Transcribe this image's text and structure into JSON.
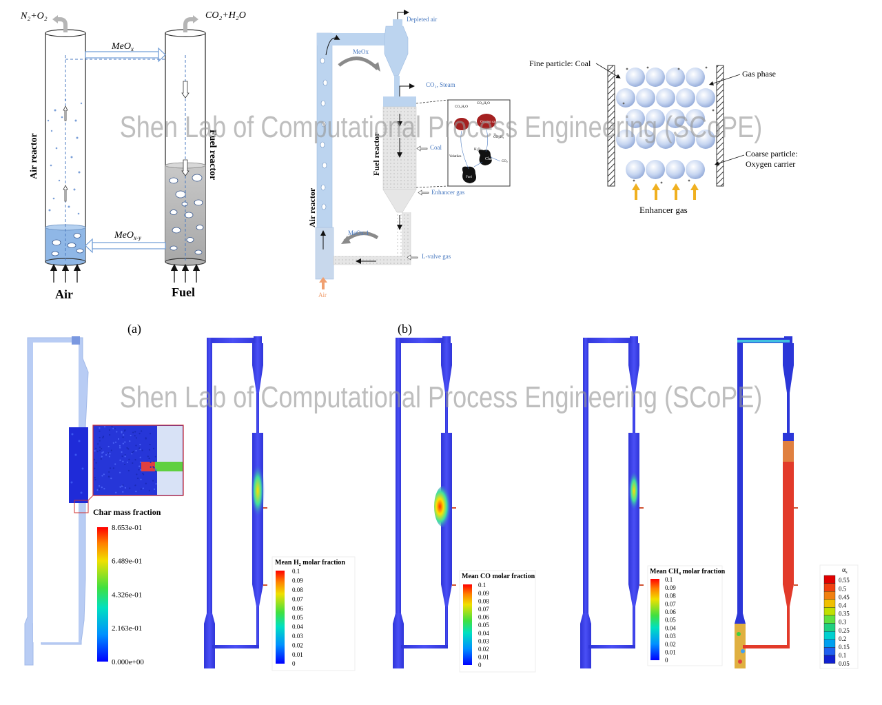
{
  "panel_a": {
    "top_left_gas": "N₂+O₂",
    "top_right_gas": "CO₂+H₂O",
    "oxidized_carrier": "MeO",
    "oxidized_carrier_sub": "x",
    "reduced_carrier": "MeO",
    "reduced_carrier_sub": "x-y",
    "air_reactor_label": "Air reactor",
    "fuel_reactor_label": "Fuel reactor",
    "air_inlet_label": "Air",
    "fuel_inlet_label": "Fuel",
    "caption": "(a)"
  },
  "panel_b": {
    "depleted_air": "Depleted air",
    "meox": "MeOx",
    "co2_steam": "CO₂, Steam",
    "fuel_reactor": "Fuel reactor",
    "air_reactor": "Air reactor",
    "coal": "Coal",
    "enhancer_gas": "Enhancer gas",
    "meox1": "MeOx-1",
    "lvalve_gas": "L-valve gas",
    "air_in": "Air",
    "caption": "(b)",
    "inset": {
      "co2h2o_left": "CO₂,H₂O",
      "co2h2o_right": "CO₂,H₂O",
      "oxygen_carrier": "Oxygen carrier",
      "co2h2": "CO₂,H₂",
      "volatiles": "Volatiles",
      "h2o": "H₂O",
      "char": "Char",
      "co2": "CO₂",
      "fuel": "Fuel"
    }
  },
  "panel_c": {
    "fine_particle": "Fine particle: Coal",
    "gas_phase": "Gas phase",
    "coarse_particle_line1": "Coarse particle:",
    "coarse_particle_line2": "Oxygen carrier",
    "enhancer_gas": "Enhancer gas"
  },
  "watermark": {
    "text_top": "Shen Lab of Computational Process Engineering (SCoPE)",
    "text_bottom": "Shen Lab of Computational Process Engineering (SCoPE)"
  },
  "legends": [
    {
      "title": "Char mass fraction",
      "ticks": [
        "8.653e-01",
        "6.489e-01",
        "4.326e-01",
        "2.163e-01",
        "0.000e+00"
      ]
    },
    {
      "title": "Mean H",
      "title_sub": "2",
      "title_rest": " molar fraction",
      "ticks": [
        "0.1",
        "0.09",
        "0.08",
        "0.07",
        "0.06",
        "0.05",
        "0.04",
        "0.03",
        "0.02",
        "0.01",
        "0"
      ]
    },
    {
      "title": "Mean CO molar fraction",
      "ticks": [
        "0.1",
        "0.09",
        "0.08",
        "0.07",
        "0.06",
        "0.05",
        "0.04",
        "0.03",
        "0.02",
        "0.01",
        "0"
      ]
    },
    {
      "title": "Mean CH",
      "title_sub": "4",
      "title_rest": " molar fraction",
      "ticks": [
        "0.1",
        "0.09",
        "0.08",
        "0.07",
        "0.06",
        "0.05",
        "0.04",
        "0.03",
        "0.02",
        "0.01",
        "0"
      ]
    },
    {
      "title": "α",
      "title_sub": "s",
      "ticks": [
        "0.55",
        "0.5",
        "0.45",
        "0.4",
        "0.35",
        "0.3",
        "0.25",
        "0.2",
        "0.15",
        "0.1",
        "0.05"
      ]
    }
  ],
  "colors": {
    "reactor_blue": "#3a3ff0",
    "light_blue": "#a9c6ea",
    "hot": "#e53a2a"
  }
}
